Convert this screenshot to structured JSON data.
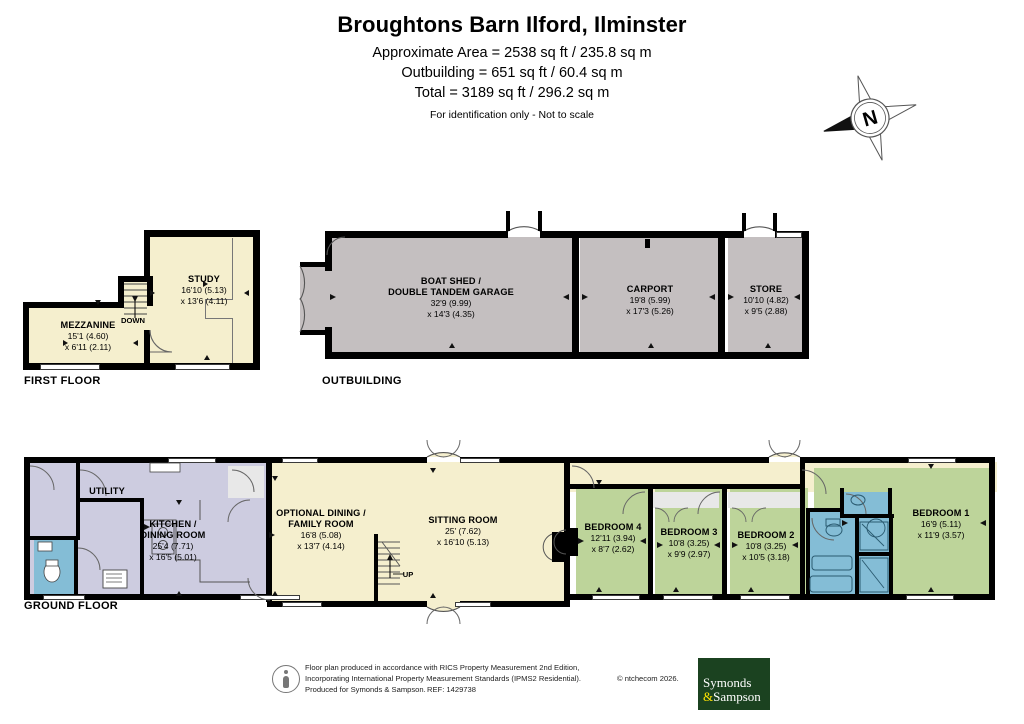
{
  "header": {
    "title": "Broughtons Barn Ilford, Ilminster",
    "approx_area": "Approximate Area = 2538 sq ft / 235.8 sq m",
    "outbuilding_area": "Outbuilding = 651 sq ft / 60.4 sq m",
    "total_area": "Total = 3189 sq ft / 296.2 sq m",
    "disclaimer": "For identification only - Not to scale"
  },
  "compass": {
    "label": "N",
    "icon": "compass-rose-icon"
  },
  "floor_labels": {
    "first_floor": "FIRST FLOOR",
    "outbuilding": "OUTBUILDING",
    "ground_floor": "GROUND FLOOR"
  },
  "first_floor": {
    "rooms": [
      {
        "name": "MEZZANINE",
        "dim_imperial": "15'1 (4.60)",
        "dim_imperial2": "x 6'11 (2.11)"
      },
      {
        "name": "STUDY",
        "dim_imperial": "16'10 (5.13)",
        "dim_imperial2": "x 13'6 (4.11)"
      }
    ],
    "stairs_label": "DOWN"
  },
  "outbuilding": {
    "rooms": [
      {
        "name": "BOAT SHED /",
        "name2": "DOUBLE TANDEM GARAGE",
        "dim_imperial": "32'9 (9.99)",
        "dim_imperial2": "x 14'3 (4.35)"
      },
      {
        "name": "CARPORT",
        "dim_imperial": "19'8 (5.99)",
        "dim_imperial2": "x 17'3 (5.26)"
      },
      {
        "name": "STORE",
        "dim_imperial": "10'10 (4.82)",
        "dim_imperial2": "x 9'5 (2.88)"
      }
    ]
  },
  "ground_floor": {
    "rooms": [
      {
        "name": "UTILITY",
        "dim_imperial": "",
        "dim_imperial2": ""
      },
      {
        "name": "KITCHEN /",
        "name2": "DINING ROOM",
        "dim_imperial": "25'4 (7.71)",
        "dim_imperial2": "x 16'5 (5.01)"
      },
      {
        "name": "OPTIONAL DINING /",
        "name2": "FAMILY ROOM",
        "dim_imperial": "16'8 (5.08)",
        "dim_imperial2": "x 13'7 (4.14)"
      },
      {
        "name": "SITTING ROOM",
        "dim_imperial": "25' (7.62)",
        "dim_imperial2": "x 16'10 (5.13)"
      },
      {
        "name": "BEDROOM 4",
        "dim_imperial": "12'11 (3.94)",
        "dim_imperial2": "x 8'7 (2.62)"
      },
      {
        "name": "BEDROOM 3",
        "dim_imperial": "10'8 (3.25)",
        "dim_imperial2": "x 9'9 (2.97)"
      },
      {
        "name": "BEDROOM 2",
        "dim_imperial": "10'8 (3.25)",
        "dim_imperial2": "x 10'5 (3.18)"
      },
      {
        "name": "BEDROOM 1",
        "dim_imperial": "16'9 (5.11)",
        "dim_imperial2": "x 11'9 (3.57)"
      }
    ],
    "stairs_label": "UP"
  },
  "footer": {
    "line1": "Floor plan produced in accordance with RICS Property Measurement 2nd Edition,",
    "line2": "Incorporating International Property Measurement Standards (IPMS2 Residential).",
    "copyright": "© ntchecom 2026.",
    "line3": "Produced for Symonds & Sampson.",
    "ref": "REF:  1429738",
    "logo_line1": "Symonds",
    "logo_amp": "&",
    "logo_line2": "Sampson"
  },
  "colors": {
    "cream": "#f5efce",
    "grey": "#c4bfc0",
    "lavender": "#cdcce0",
    "green": "#bdd49a",
    "blue": "#84bdd6",
    "wall": "#000000",
    "logo_green": "#1b4220",
    "logo_yellow": "#ffe400"
  }
}
